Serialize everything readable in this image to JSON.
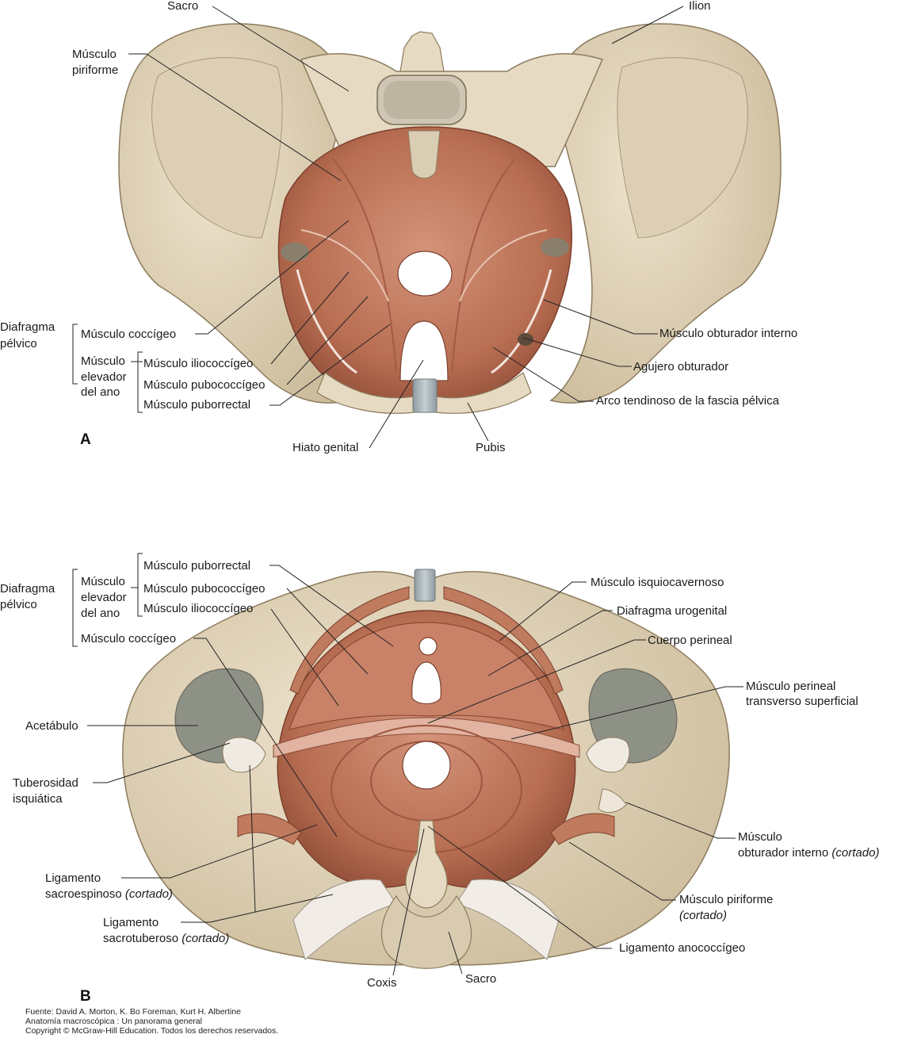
{
  "panel_a": {
    "letter": "A",
    "labels": {
      "sacro": "Sacro",
      "ilion": "Ilion",
      "musculo_piriforme_1": "Músculo",
      "musculo_piriforme_2": "piriforme",
      "diafragma_pelvico_1": "Diafragma",
      "diafragma_pelvico_2": "pélvico",
      "musculo_coccigeo": "Músculo coccígeo",
      "elevador_1": "Músculo",
      "elevador_2": "elevador",
      "elevador_3": "del ano",
      "iliococcigeo": "Músculo iliococcígeo",
      "pubococcigeo": "Músculo pubococcígeo",
      "puborrectal": "Músculo puborrectal",
      "obturador_interno": "Músculo obturador interno",
      "agujero_obturador": "Agujero obturador",
      "arco_tendinoso": "Arco tendinoso de la fascia pélvica",
      "hiato_genital": "Hiato genital",
      "pubis": "Pubis"
    }
  },
  "panel_b": {
    "letter": "B",
    "labels": {
      "diafragma_pelvico_1": "Diafragma",
      "diafragma_pelvico_2": "pélvico",
      "elevador_1": "Músculo",
      "elevador_2": "elevador",
      "elevador_3": "del ano",
      "puborrectal": "Músculo puborrectal",
      "pubococcigeo": "Músculo pubococcígeo",
      "iliococcigeo": "Músculo iliococcígeo",
      "musculo_coccigeo": "Músculo coccígeo",
      "isquiocavernoso": "Músculo isquiocavernoso",
      "diafragma_urogenital": "Diafragma urogenital",
      "cuerpo_perineal": "Cuerpo perineal",
      "perineal_transverso_1": "Músculo perineal",
      "perineal_transverso_2": "transverso superficial",
      "acetabulo": "Acetábulo",
      "tuberosidad_1": "Tuberosidad",
      "tuberosidad_2": "isquiática",
      "obturador_1": "Músculo",
      "obturador_2": "obturador interno",
      "cortado": "(cortado)",
      "piriforme_1": "Músculo piriforme",
      "sacroespinoso_1": "Ligamento",
      "sacroespinoso_2": "sacroespinoso",
      "sacrotuberoso_1": "Ligamento",
      "sacrotuberoso_2": "sacrotuberoso",
      "anococcigeo": "Ligamento anococcígeo",
      "coxis": "Coxis",
      "sacro": "Sacro"
    }
  },
  "credit": {
    "line1": "Fuente: David A. Morton, K. Bo Foreman, Kurt H. Albertine",
    "line2": "Anatomía macroscópica : Un panorama general",
    "line3": "Copyright © McGraw-Hill Education. Todos los derechos reservados."
  },
  "colors": {
    "bone": "#e3d6bd",
    "bone_shadow": "#b9a98a",
    "muscle": "#c07a5e",
    "muscle_dark": "#9c5840",
    "cartilage": "#a9b3b8",
    "background": "#ffffff"
  }
}
